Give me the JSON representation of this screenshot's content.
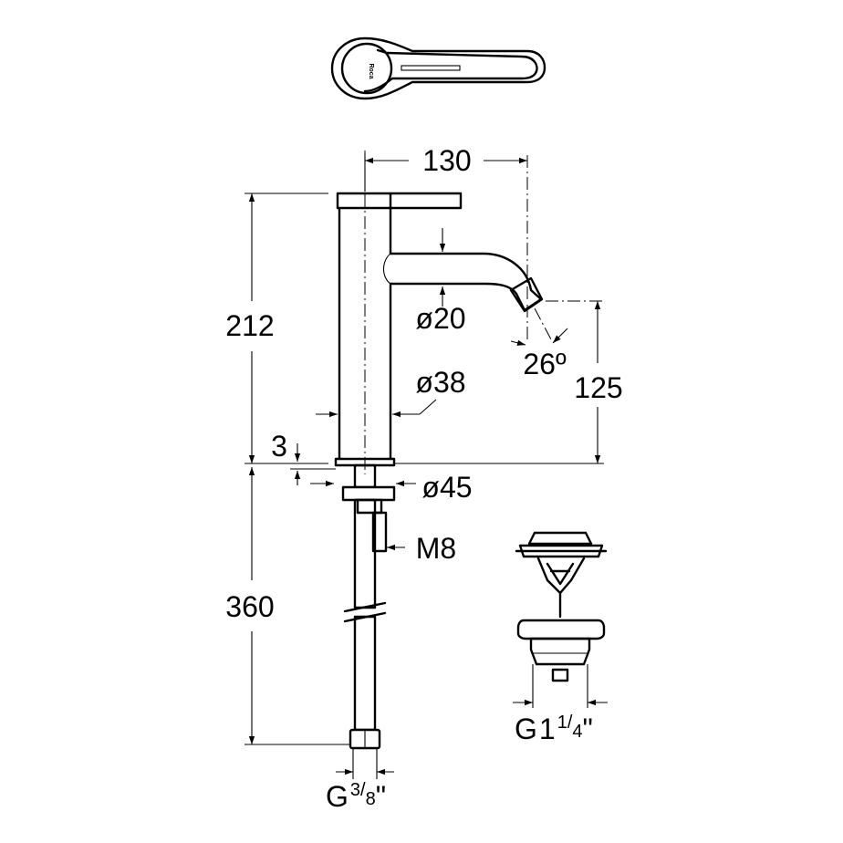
{
  "brand": "Roca",
  "dimensions": {
    "spout_reach": "130",
    "total_height": "212",
    "spout_diameter": "ø20",
    "spout_angle": "26º",
    "spout_height": "125",
    "body_diameter": "ø38",
    "base_thickness": "3",
    "base_diameter": "ø45",
    "fixing_thread": "M8",
    "hose_length": "360",
    "hose_connection": {
      "base": "G",
      "num": "3",
      "slash": "/",
      "den": "8",
      "mark": "\""
    },
    "waste_connection": {
      "base": "G",
      "whole": "1",
      "num": "1",
      "slash": "/",
      "den": "4",
      "mark": "\""
    }
  }
}
